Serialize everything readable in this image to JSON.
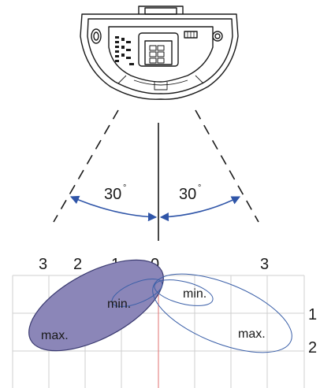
{
  "angles": {
    "left": "30",
    "right": "30",
    "degree_symbol": "°"
  },
  "scale_top": [
    "3",
    "2",
    "1",
    "0",
    "3"
  ],
  "scale_right": [
    "1",
    "2"
  ],
  "zones": {
    "max_left": "max.",
    "min_left": "min.",
    "min_right": "min.",
    "max_right": "max."
  },
  "colors": {
    "arrow": "#2f55a8",
    "max_fill": "#8b86b8",
    "zone_outline": "#3a5fa8",
    "center_line": "#e07070",
    "grid": "#cfcfcf"
  },
  "icons": {
    "device": "motion-detector-device",
    "arrow": "double-headed-arrow"
  }
}
